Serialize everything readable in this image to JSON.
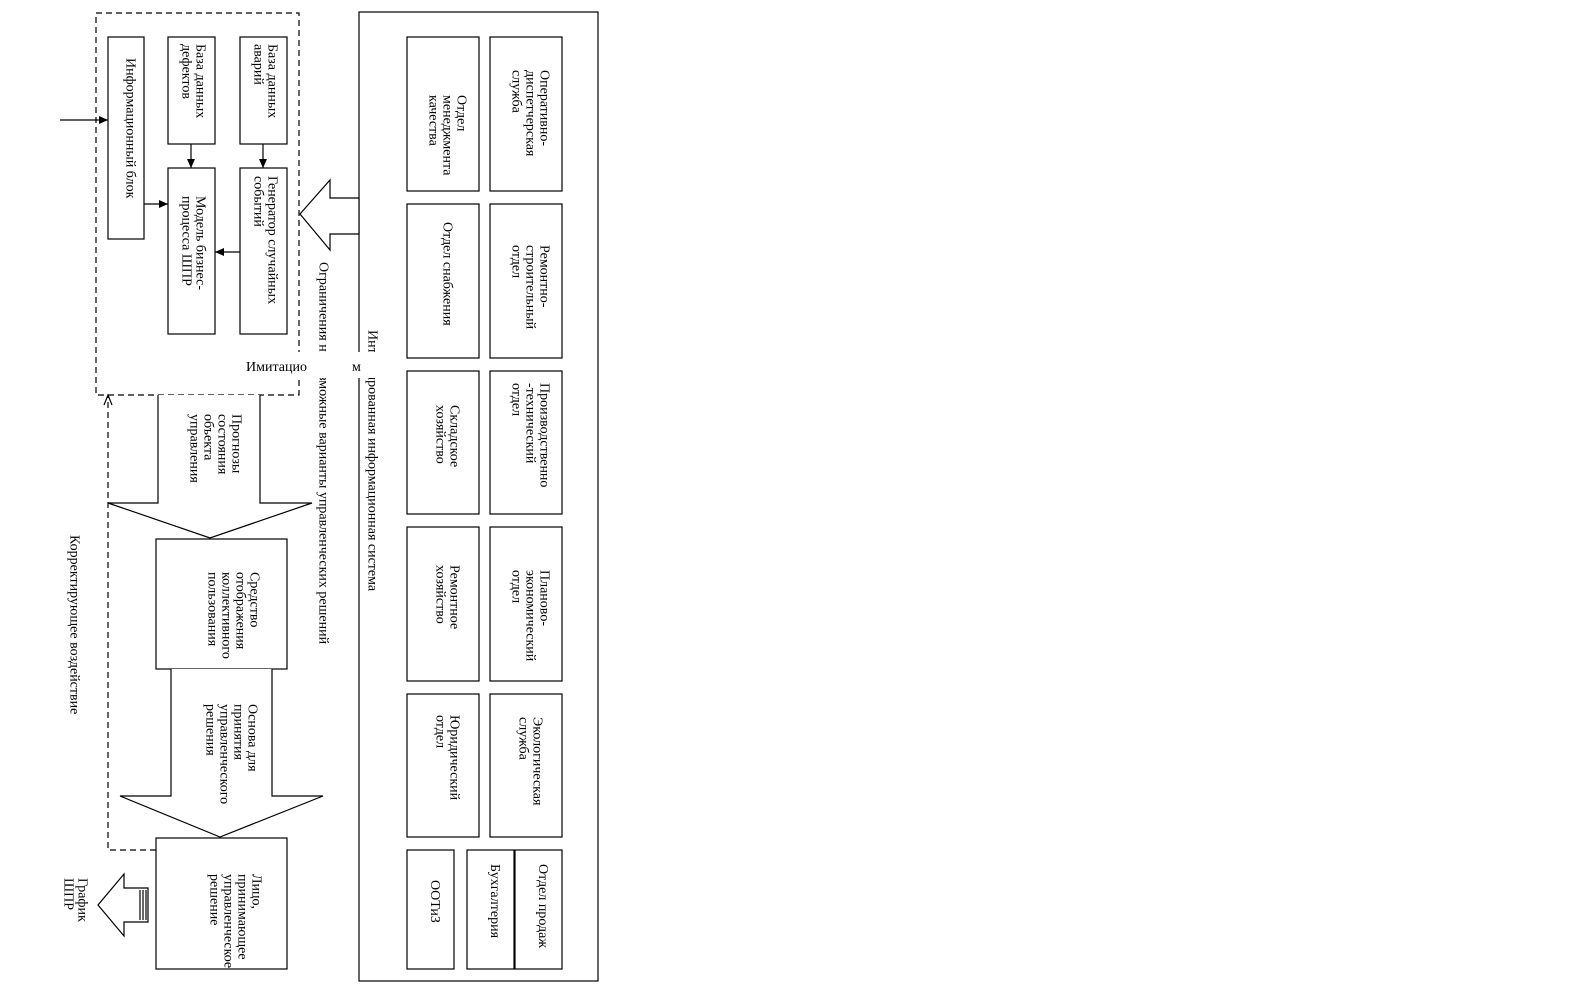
{
  "ois": {
    "title": "Интегрированная информационная система",
    "departments": [
      [
        "Оперативно-",
        "диспетчерская",
        "служба"
      ],
      [
        "Отдел",
        "менеджмента",
        "качества"
      ],
      [
        "Ремонтно-",
        "строительный",
        "отдел"
      ],
      [
        "Отдел снабжения"
      ],
      [
        "Производственно",
        "-технический",
        "отдел"
      ],
      [
        "Складское",
        "хозяйство"
      ],
      [
        "Планово-",
        "экономический",
        "отдел"
      ],
      [
        "Ремонтное",
        "хозяйство"
      ],
      [
        "Экологическая",
        "служба"
      ],
      [
        "Юридический",
        "отдел"
      ],
      [
        "Отдел продаж"
      ],
      [
        "Бухгалтерия"
      ],
      [
        "ООТиЗ"
      ]
    ]
  },
  "constraints_label": "Ограничения на возможные варианты управленческих решений",
  "simulation": {
    "label": "Имитацио",
    "label_tail": "м",
    "accidents_db": [
      "База данных",
      "аварий"
    ],
    "defects_db": [
      "База данных",
      "дефектов"
    ],
    "info_block": [
      "Информационный блок"
    ],
    "event_generator": [
      "Генератор случайных",
      "событий"
    ],
    "process_model": [
      "Модель бизнес-",
      "процесса ШПР"
    ]
  },
  "forecast": [
    "Прогнозы",
    "состояния",
    "объекта",
    "управления"
  ],
  "display_means": [
    "Средство",
    "отображения",
    "коллективного",
    "пользования"
  ],
  "decision_basis": [
    "Основа для",
    "принятия",
    "управленческого",
    "решения"
  ],
  "decision_maker": [
    "Лицо,",
    "принимающее",
    "управленческое",
    "решение"
  ],
  "schedule": [
    "График",
    "ШПР"
  ],
  "corrective_label": "Корректирующее воздействие"
}
